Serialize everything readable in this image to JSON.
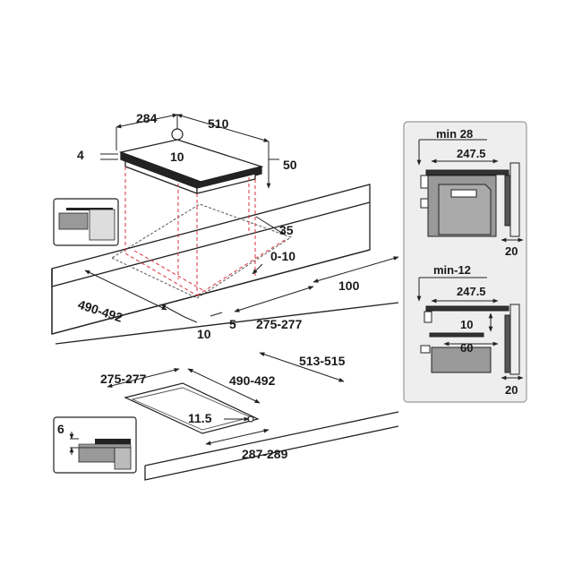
{
  "main_view": {
    "hob_width": "284",
    "hob_depth": "510",
    "glass_thickness": "4",
    "corner_radius": "10",
    "box_height": "50",
    "rear_gap": "35",
    "rear_offset": "0-10",
    "cutout_depth": "490-492",
    "front_gap": "10",
    "side_gap": "5",
    "cutout_width": "275-277",
    "wall_distance": "100"
  },
  "flush_view": {
    "cutout_width": "275-277",
    "cutout_depth": "490-492",
    "outer_depth": "513-515",
    "radius": "11.5",
    "outer_width": "287-289",
    "rebate_depth": "6"
  },
  "side_panel_top": {
    "min_label": "min 28",
    "top_dim": "247.5",
    "wall_dim": "20"
  },
  "side_panel_bottom": {
    "min_label": "min-12",
    "top_dim": "247.5",
    "gap_dim": "10",
    "shelf_dim": "60",
    "wall_dim": "20"
  }
}
